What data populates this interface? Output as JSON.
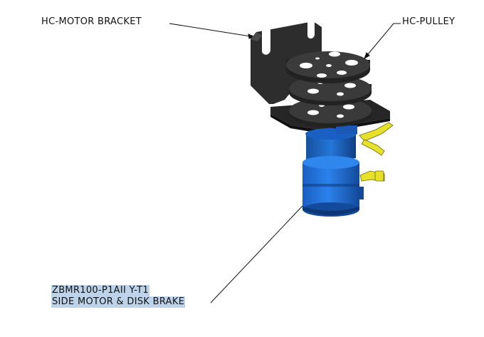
{
  "callouts": {
    "motor_bracket": "HC-MOTOR BRACKET",
    "pulley": "HC-PULLEY",
    "motor_line1": "ZBMR100-P1AII Y-T1",
    "motor_line2": "SIDE MOTOR & DISK BRAKE"
  },
  "colors": {
    "motor_blue": "#1f6fd6",
    "motor_shadow": "#124a98",
    "bracket": "#2b2b2b",
    "pulley": "#3a3a3a",
    "connector_yellow": "#e8e12a",
    "selection_highlight": "#bcd3ea"
  }
}
